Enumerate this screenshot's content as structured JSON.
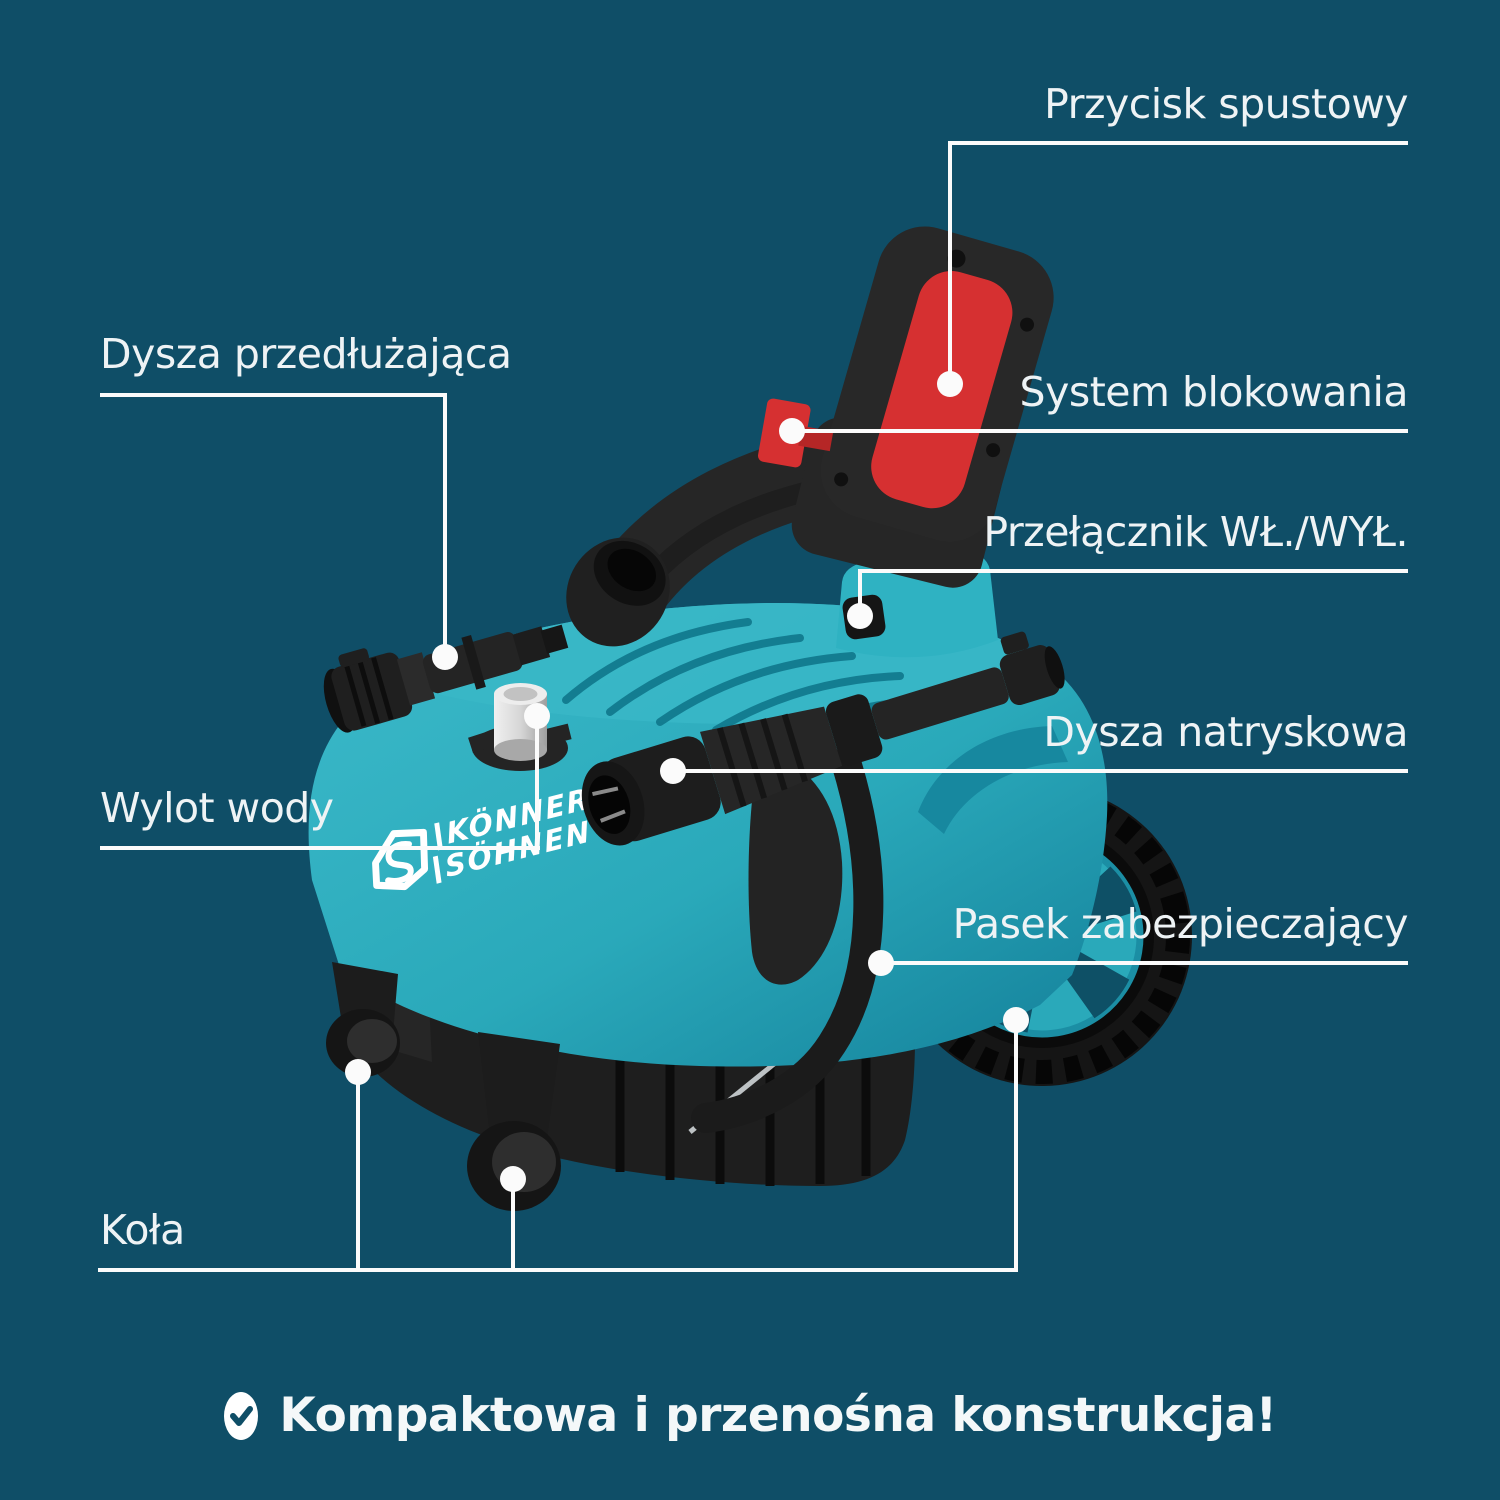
{
  "colors": {
    "background": "#0F4E67",
    "body_teal": "#2AA9BA",
    "accent_red": "#D63031",
    "parts_black": "#242424",
    "callout_white": "#FBFBFB",
    "silver": "#D9D9D9"
  },
  "callouts": {
    "trigger": {
      "label": "Przycisk spustowy"
    },
    "extension_nozzle": {
      "label": "Dysza przedłużająca"
    },
    "lock_system": {
      "label": "System blokowania"
    },
    "power_switch": {
      "label": "Przełącznik WŁ./WYŁ."
    },
    "spray_nozzle": {
      "label": "Dysza natryskowa"
    },
    "water_outlet": {
      "label": "Wylot wody"
    },
    "safety_strap": {
      "label": "Pasek zabezpieczający"
    },
    "wheels": {
      "label": "Koła"
    }
  },
  "brand": {
    "line1": "KÖNNER",
    "line2": "SÖHNEN"
  },
  "footer": {
    "message": "Kompaktowa i przenośna konstrukcja!"
  }
}
